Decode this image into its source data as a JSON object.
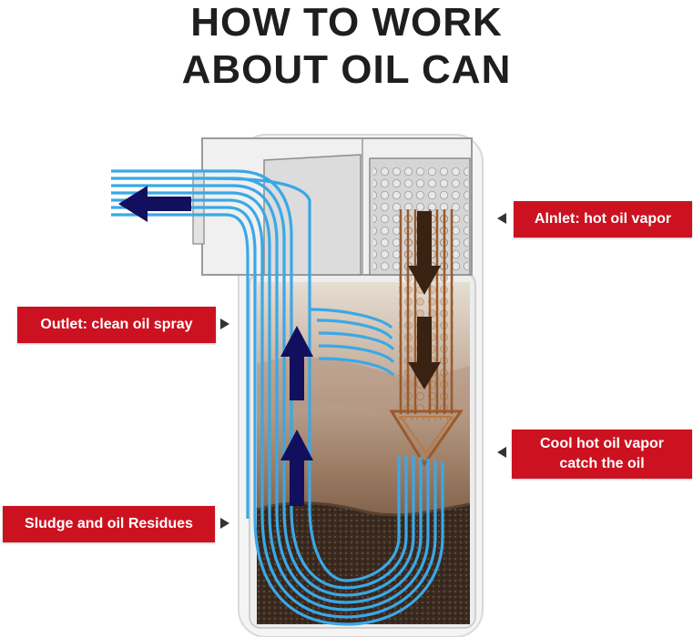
{
  "title": {
    "line1": "HOW TO WORK",
    "line2": "ABOUT OIL CAN"
  },
  "labels": {
    "inlet": "Alnlet: hot oil vapor",
    "outlet": "Outlet: clean oil spray",
    "cool_line1": "Cool hot oil vapor",
    "cool_line2": "catch the oil",
    "sludge": "Sludge and oil Residues"
  },
  "colors": {
    "label_red": "#cc1220",
    "flow_blue": "#3aa8e6",
    "arrow_navy": "#12105e",
    "vapor_brown": "#9a5a2c",
    "arrow_brown": "#3a2212"
  },
  "icons": {
    "outlet_arrow": "arrow-left-icon",
    "up_arrows": "arrow-up-icon",
    "down_arrows": "arrow-down-icon"
  }
}
